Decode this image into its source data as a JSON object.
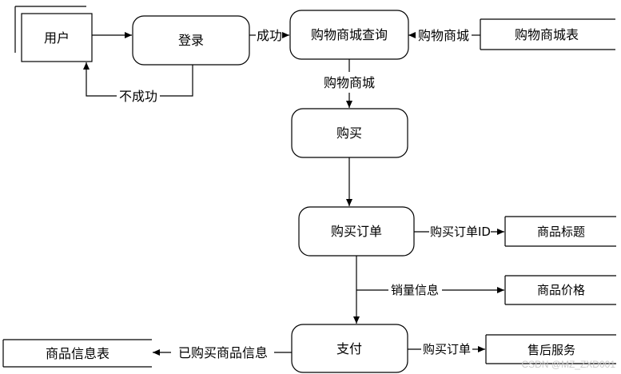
{
  "nodes": {
    "user": "用户",
    "login": "登录",
    "shop_query": "购物商城查询",
    "shop_table": "购物商城表",
    "buy": "购买",
    "buy_order": "购买订单",
    "product_title": "商品标题",
    "product_price": "商品价格",
    "pay": "支付",
    "after_sale": "售后服务",
    "product_info_table": "商品信息表"
  },
  "edges": {
    "success": "成功",
    "fail": "不成功",
    "shop_mall_in": "购物商城",
    "shop_mall_down": "购物商城",
    "order_id": "购买订单ID",
    "sales_info": "销量信息",
    "order": "购买订单",
    "purchased_info": "已购买商品信息"
  },
  "watermark": "CSDN @MZ_ZXD001"
}
